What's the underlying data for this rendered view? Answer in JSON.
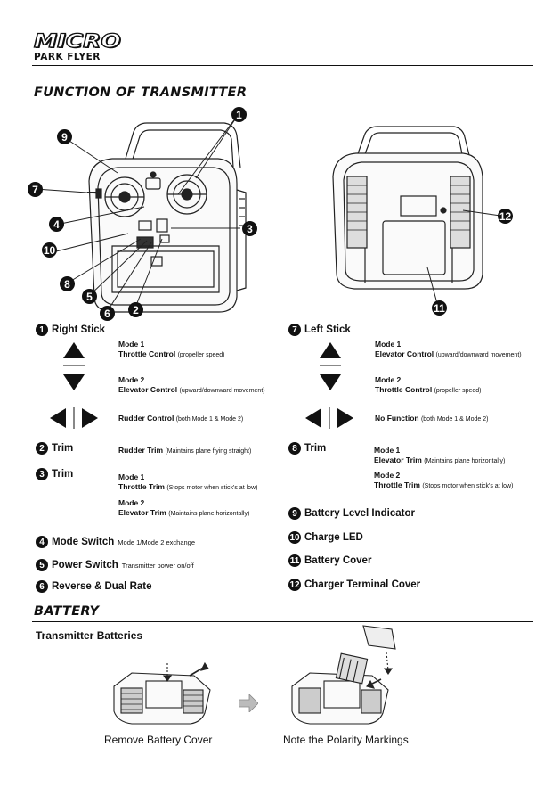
{
  "header": {
    "logo_line1": "MICRO",
    "logo_line2": "PARK FLYER"
  },
  "sections": {
    "function_title": "FUNCTION OF TRANSMITTER",
    "battery_title": "BATTERY"
  },
  "callouts": [
    "1",
    "2",
    "3",
    "4",
    "5",
    "6",
    "7",
    "8",
    "9",
    "10",
    "11",
    "12"
  ],
  "functions": {
    "f1": {
      "num": "1",
      "title": "Right Stick",
      "up_down_mode1_label": "Mode 1",
      "up_down_mode1_name": "Throttle Control",
      "up_down_mode1_note": "(propeller speed)",
      "up_down_mode2_label": "Mode 2",
      "up_down_mode2_name": "Elevator Control",
      "up_down_mode2_note": "(upward/downward movement)",
      "left_right_name": "Rudder Control",
      "left_right_note": "(both Mode 1 & Mode 2)"
    },
    "f2": {
      "num": "2",
      "title": "Trim",
      "name": "Rudder Trim",
      "note": "(Maintains plane flying straight)"
    },
    "f3": {
      "num": "3",
      "title": "Trim",
      "mode1_label": "Mode 1",
      "mode1_name": "Throttle Trim",
      "mode1_note": "(Stops motor when stick's at low)",
      "mode2_label": "Mode 2",
      "mode2_name": "Elevator Trim",
      "mode2_note": "(Maintains plane horizontally)"
    },
    "f4": {
      "num": "4",
      "title": "Mode Switch",
      "note": "Mode 1/Mode 2 exchange"
    },
    "f5": {
      "num": "5",
      "title": "Power Switch",
      "note": "Transmitter power on/off"
    },
    "f6": {
      "num": "6",
      "title": "Reverse & Dual Rate"
    },
    "f7": {
      "num": "7",
      "title": "Left Stick",
      "up_down_mode1_label": "Mode 1",
      "up_down_mode1_name": "Elevator Control",
      "up_down_mode1_note": "(upward/downward movement)",
      "up_down_mode2_label": "Mode 2",
      "up_down_mode2_name": "Throttle Control",
      "up_down_mode2_note": "(propeller speed)",
      "left_right_name": "No Function",
      "left_right_note": "(both Mode 1 & Mode 2)"
    },
    "f8": {
      "num": "8",
      "title": "Trim",
      "mode1_label": "Mode 1",
      "mode1_name": "Elevator Trim",
      "mode1_note": "(Maintains plane horizontally)",
      "mode2_label": "Mode 2",
      "mode2_name": "Throttle Trim",
      "mode2_note": "(Stops motor when stick's at low)"
    },
    "f9": {
      "num": "9",
      "title": "Battery Level Indicator"
    },
    "f10": {
      "num": "10",
      "title": "Charge LED"
    },
    "f11": {
      "num": "11",
      "title": "Battery Cover"
    },
    "f12": {
      "num": "12",
      "title": "Charger Terminal Cover"
    }
  },
  "battery": {
    "subtitle": "Transmitter Batteries",
    "caption_left": "Remove Battery Cover",
    "caption_right": "Note the Polarity Markings"
  }
}
